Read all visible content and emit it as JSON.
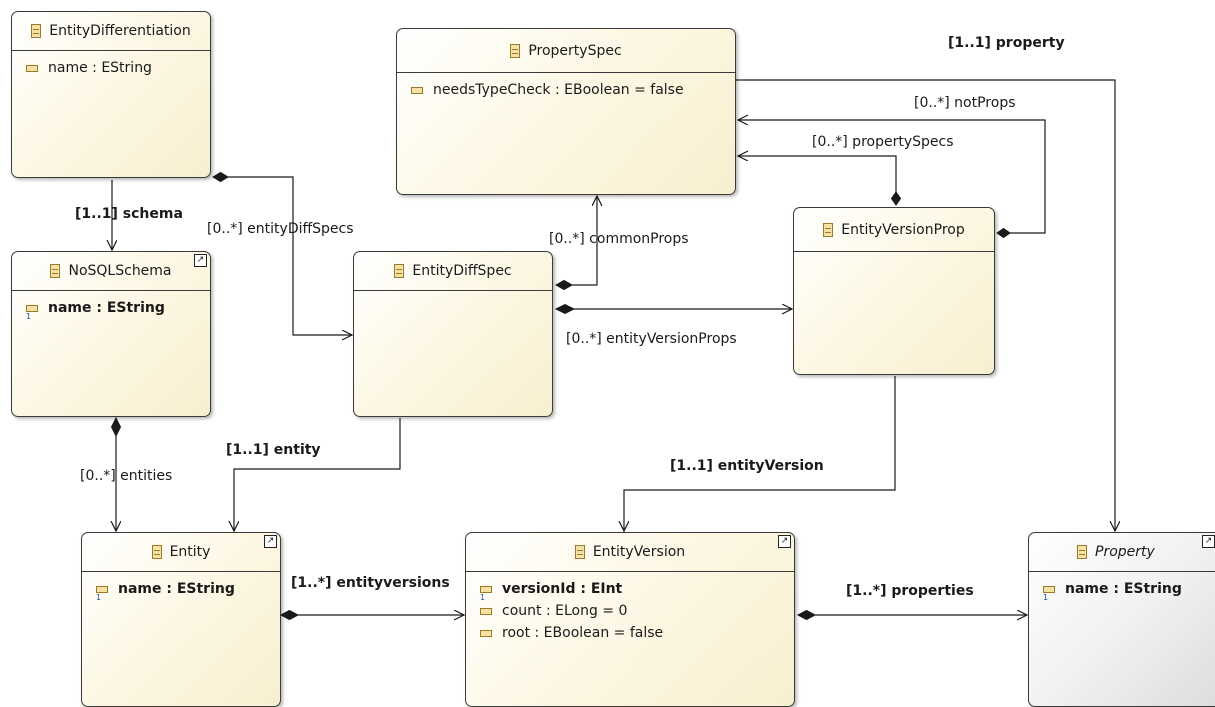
{
  "classes": {
    "entity_differentiation": {
      "name": "EntityDifferentiation",
      "attrs": [
        "name : EString"
      ]
    },
    "property_spec": {
      "name": "PropertySpec",
      "attrs": [
        "needsTypeCheck : EBoolean = false"
      ]
    },
    "nosql_schema": {
      "name": "NoSQLSchema",
      "attrs": [
        "name : EString"
      ]
    },
    "entity_diff_spec": {
      "name": "EntityDiffSpec",
      "attrs": []
    },
    "entity_version_prop": {
      "name": "EntityVersionProp",
      "attrs": []
    },
    "entity": {
      "name": "Entity",
      "attrs": [
        "name : EString"
      ]
    },
    "entity_version": {
      "name": "EntityVersion",
      "attrs": [
        "versionId : EInt",
        "count : ELong = 0",
        "root : EBoolean = false"
      ]
    },
    "property": {
      "name": "Property",
      "attrs": [
        "name : EString"
      ]
    }
  },
  "references": {
    "property": "[1..1] property",
    "not_props": "[0..*] notProps",
    "property_specs": "[0..*] propertySpecs",
    "schema": "[1..1] schema",
    "entity_diff_specs": "[0..*] entityDiffSpecs",
    "common_props": "[0..*] commonProps",
    "entity_version_props": "[0..*] entityVersionProps",
    "entity": "[1..1] entity",
    "entities": "[0..*] entities",
    "entity_version": "[1..1] entityVersion",
    "entityversions": "[1..*] entityversions",
    "properties": "[1..*] properties"
  },
  "icons": {
    "class": "eclass-icon",
    "attribute": "eattribute-icon",
    "id_attribute": "id-attribute-icon",
    "shortcut": "shortcut-arrow-icon"
  },
  "colors": {
    "class_fill": "#fdf8e6",
    "abstract_fill": "#e6e6e6",
    "line": "#1a1a1a"
  }
}
